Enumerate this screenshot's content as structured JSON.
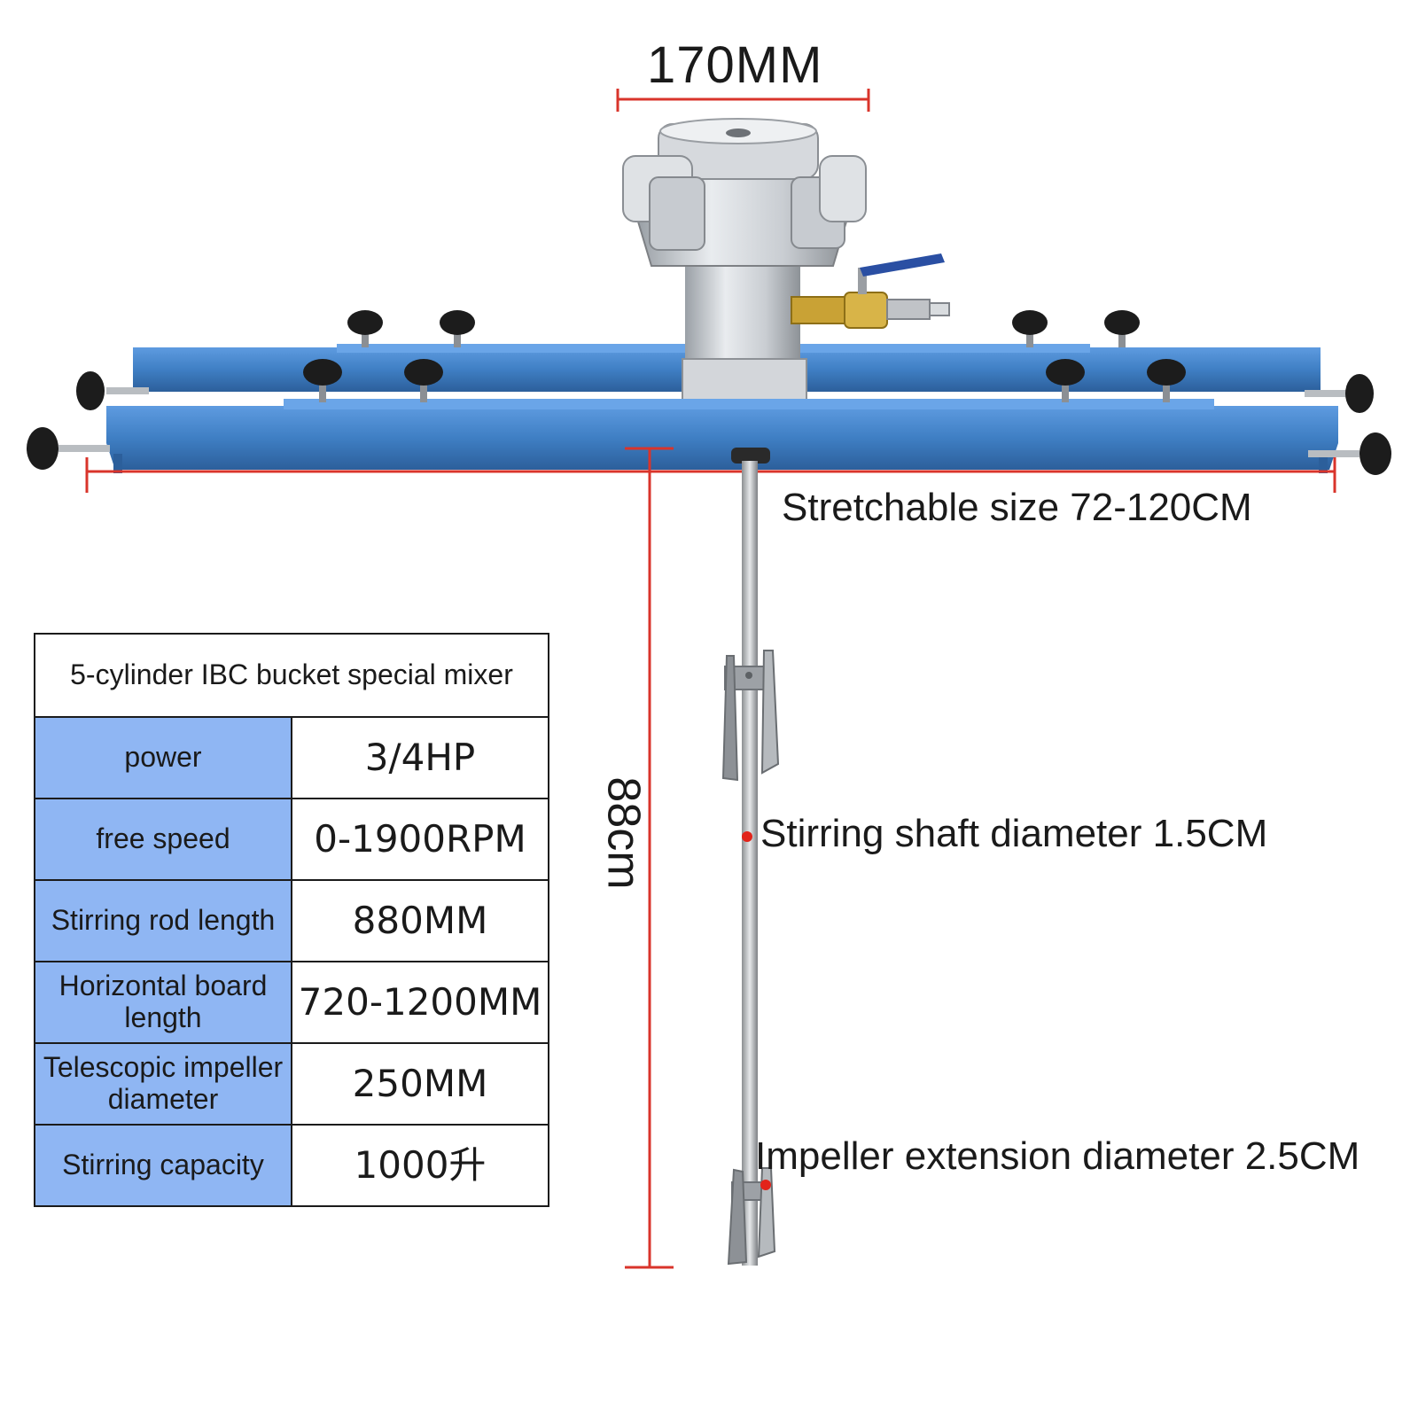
{
  "dimensions": {
    "top_width": "170MM",
    "stretchable": "Stretchable size 72-120CM",
    "height": "88cm",
    "shaft": "Stirring shaft diameter 1.5CM",
    "impeller": "Impeller extension diameter 2.5CM"
  },
  "spec_table": {
    "title": "5-cylinder IBC bucket special mixer",
    "rows": [
      {
        "key": "power",
        "value": "3/4HP"
      },
      {
        "key": "free speed",
        "value": "0-1900RPM"
      },
      {
        "key": "Stirring rod length",
        "value": "880MM"
      },
      {
        "key": "Horizontal board length",
        "value": "720-1200MM"
      },
      {
        "key": "Telescopic impeller diameter",
        "value": "250MM"
      },
      {
        "key": "Stirring capacity",
        "value": "1000升"
      }
    ]
  },
  "colors": {
    "frame_blue": "#3f7fc4",
    "table_header_blue": "#8fb6f3",
    "dimension_red": "#d9342b",
    "knob_black": "#1c1c1c",
    "brass": "#c9a235"
  }
}
